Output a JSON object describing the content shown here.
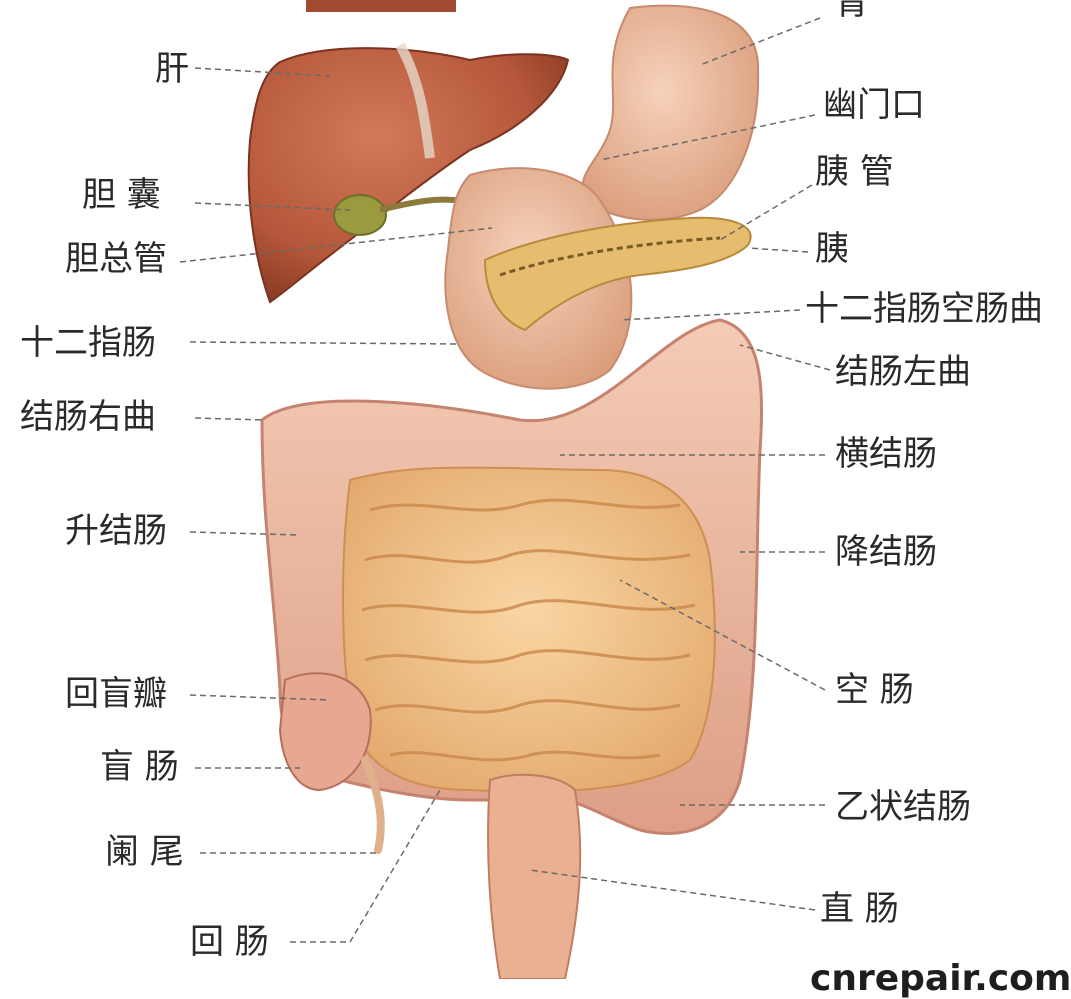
{
  "labels": {
    "stomach": "胃",
    "liver": "肝",
    "pylorus": "幽门口",
    "pancreatic_duct": "胰 管",
    "gallbladder": "胆 囊",
    "common_bile_duct": "胆总管",
    "pancreas": "胰",
    "duodenojejunal_flexure": "十二指肠空肠曲",
    "duodenum": "十二指肠",
    "left_colic_flexure": "结肠左曲",
    "right_colic_flexure": "结肠右曲",
    "transverse_colon": "横结肠",
    "ascending_colon": "升结肠",
    "descending_colon": "降结肠",
    "jejunum": "空 肠",
    "ileocecal_valve": "回盲瓣",
    "cecum": "盲 肠",
    "sigmoid_colon": "乙状结肠",
    "appendix": "阑 尾",
    "rectum": "直 肠",
    "ileum": "回 肠"
  },
  "watermark": "cnrepair.com",
  "colors": {
    "liver": "#b5573a",
    "liver_dark": "#8e3d26",
    "stomach": "#e8b08e",
    "pancreas": "#e2b86a",
    "gallbladder": "#8f8f3a",
    "intestine": "#f2be7e",
    "intestine_shade": "#d99a5c",
    "colon": "#efb9a0",
    "colon_shade": "#d59583",
    "leader": "#6a6a6a"
  }
}
